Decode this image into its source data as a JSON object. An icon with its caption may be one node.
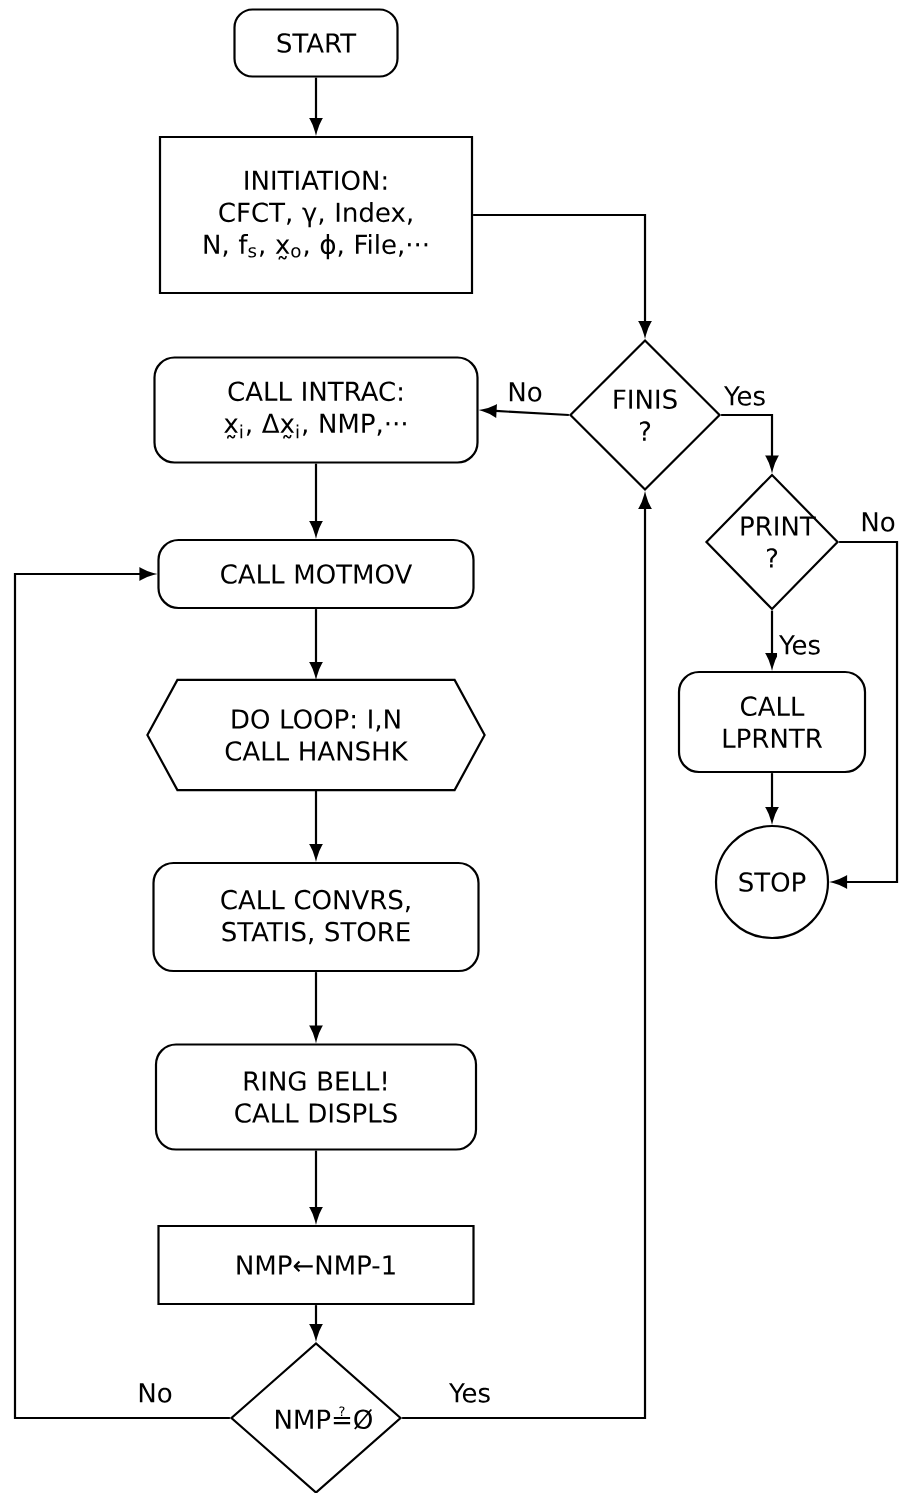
{
  "diagram": {
    "nodes": [
      {
        "text": [
          "START"
        ]
      },
      {
        "text": [
          "INITIATION:",
          "CFCT, γ, Index, N, f$_{s}$, x̰$_{o}$, ϕ, File,···"
        ]
      },
      {
        "text": [
          "FINIS ?"
        ]
      },
      {
        "text": [
          "CALL INTRAC:",
          "x̰$_{i}$, Δx̰$_{i}$, NMP,···"
        ]
      },
      {
        "text": [
          "PRINT ?"
        ]
      },
      {
        "text": [
          "CALL MOTMOV"
        ]
      },
      {
        "text": [
          "DO LOOP: I,N",
          "CALL HANSHK"
        ]
      },
      {
        "text": [
          "CALL LPRNTR"
        ]
      },
      {
        "text": [
          "CALL CONVRS, STATIS, STORE"
        ]
      },
      {
        "text": [
          "STOP"
        ]
      },
      {
        "text": [
          "RING BELL!",
          "CALL DISPLS"
        ]
      },
      {
        "text": [
          "NMP←NMP-1"
        ]
      },
      {
        "text": [
          "NMP≟Ø"
        ]
      }
    ],
    "edges": [
      {
        "from": 0,
        "to": 1,
        "arrow": "to"
      },
      {
        "from": 1,
        "to": 2,
        "arrow": "to"
      },
      {
        "from": 2,
        "to": 3,
        "arrow": "to",
        "label": "No"
      },
      {
        "from": 2,
        "to": 4,
        "arrow": "to",
        "label": "Yes"
      },
      {
        "from": 4,
        "to": 7,
        "arrow": "to",
        "label": "Yes"
      },
      {
        "from": 4,
        "to": 9,
        "arrow": "to",
        "label": "No"
      },
      {
        "from": 7,
        "to": 9,
        "arrow": "to"
      },
      {
        "from": 3,
        "to": 5,
        "arrow": "to"
      },
      {
        "from": 5,
        "to": 6,
        "arrow": "to"
      },
      {
        "from": 6,
        "to": 8,
        "arrow": "to"
      },
      {
        "from": 8,
        "to": 10,
        "arrow": "to"
      },
      {
        "from": 10,
        "to": 11,
        "arrow": "to"
      },
      {
        "from": 11,
        "to": 12,
        "arrow": "to"
      },
      {
        "from": 12,
        "to": 5,
        "arrow": "to",
        "label": "No"
      },
      {
        "from": 12,
        "to": 2,
        "arrow": "to",
        "label": "Yes"
      }
    ]
  }
}
